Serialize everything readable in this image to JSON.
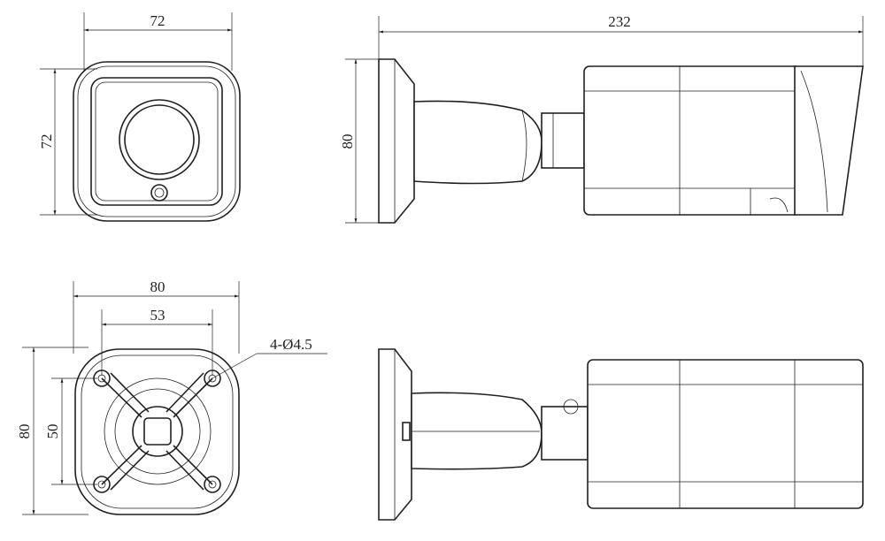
{
  "front_view": {
    "width_label": "72",
    "height_label": "72"
  },
  "side_view": {
    "length_label": "232",
    "height_label": "80"
  },
  "mount_view": {
    "width_label": "80",
    "hole_spacing_h_label": "53",
    "height_label": "80",
    "hole_spacing_v_label": "50",
    "hole_spec_label": "4-Ø4.5"
  },
  "colors": {
    "line": "#231f20",
    "background": "#ffffff"
  }
}
